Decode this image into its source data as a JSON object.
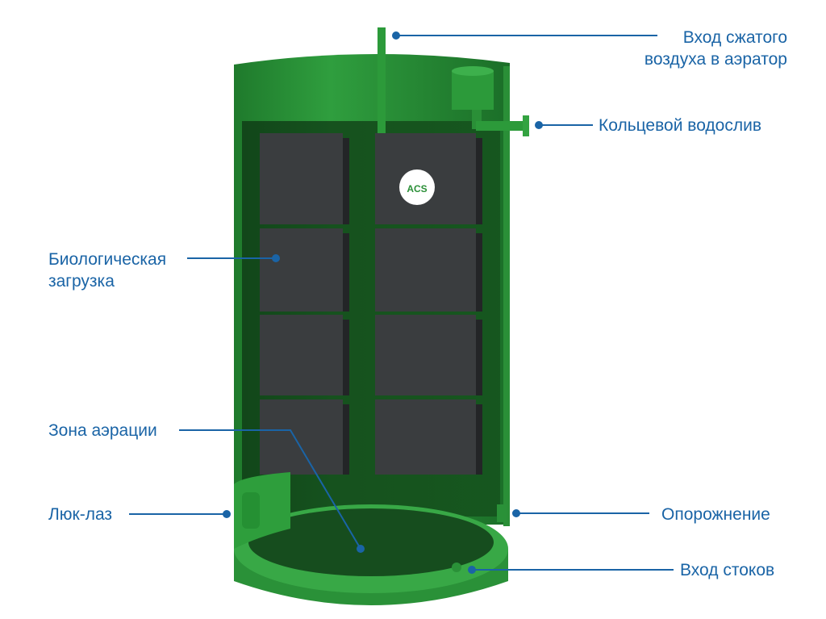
{
  "labels": {
    "air_inlet": [
      "Вход сжатого",
      "воздуха в аэратор"
    ],
    "overflow": "Кольцевой водослив",
    "bio_load": [
      "Биологическая",
      "загрузка"
    ],
    "aeration_zone": "Зона аэрации",
    "manhole": "Люк-лаз",
    "drain": "Опорожнение",
    "sewage_inlet": "Вход стоков"
  },
  "logo": {
    "text": "ACS"
  },
  "colors": {
    "label": "#1a64a6",
    "tank": "#2e9a3c",
    "box": "#3a3d3f"
  }
}
